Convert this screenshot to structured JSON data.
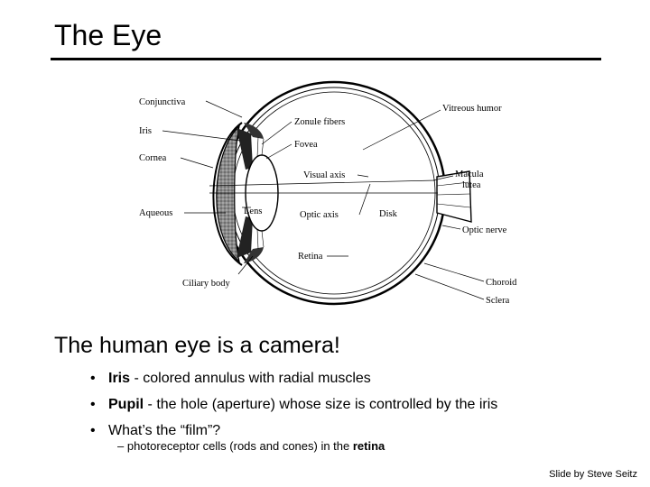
{
  "slide": {
    "title": "The Eye",
    "headline": "The human eye is a camera!",
    "bullets": [
      {
        "term": "Iris",
        "text": " - colored annulus with radial muscles"
      },
      {
        "term": "Pupil",
        "text": " - the hole (aperture) whose size is controlled by the iris"
      },
      {
        "term": "",
        "text": "What’s the “film”?"
      }
    ],
    "sub_bullet": {
      "prefix": "– photoreceptor cells (rods and cones) in the ",
      "term": "retina"
    },
    "credit": "Slide by Steve Seitz"
  },
  "diagram": {
    "labels": {
      "conjunctiva": "Conjunctiva",
      "iris": "Iris",
      "cornea": "Cornea",
      "aqueous": "Aqueous",
      "ciliary_body": "Ciliary body",
      "zonule_fibers": "Zonule fibers",
      "fovea": "Fovea",
      "visual_axis": "Visual axis",
      "lens": "Lens",
      "optic_axis": "Optic axis",
      "disk": "Disk",
      "retina": "Retina",
      "vitreous_humor": "Vitreous humor",
      "macula": "Macula",
      "lutea": "lutea",
      "optic_nerve": "Optic nerve",
      "choroid": "Choroid",
      "sclera": "Sclera"
    }
  }
}
